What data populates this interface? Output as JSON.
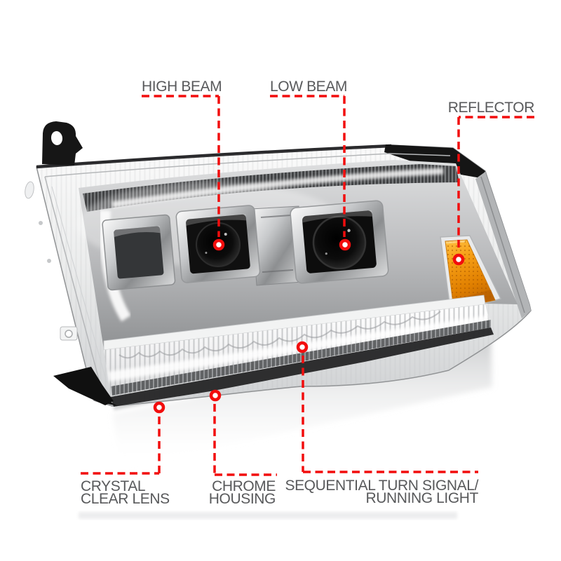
{
  "colors": {
    "annotation_red": "#f20d0d",
    "label_gray": "#58595b",
    "amber_reflector": "#ef8e07",
    "chrome_light": "#f4f5f6",
    "housing_black": "#141414",
    "background": "#ffffff"
  },
  "annotations": {
    "high_beam": {
      "label": "HIGH BEAM"
    },
    "low_beam": {
      "label": "LOW BEAM"
    },
    "reflector": {
      "label": "REFLECTOR"
    },
    "crystal_clear_lens": {
      "label_line1": "CRYSTAL",
      "label_line2": "CLEAR LENS"
    },
    "chrome_housing": {
      "label_line1": "CHROME",
      "label_line2": "HOUSING"
    },
    "sequential_turn_signal": {
      "label_line1": "SEQUENTIAL TURN SIGNAL/",
      "label_line2": "RUNNING LIGHT"
    }
  }
}
